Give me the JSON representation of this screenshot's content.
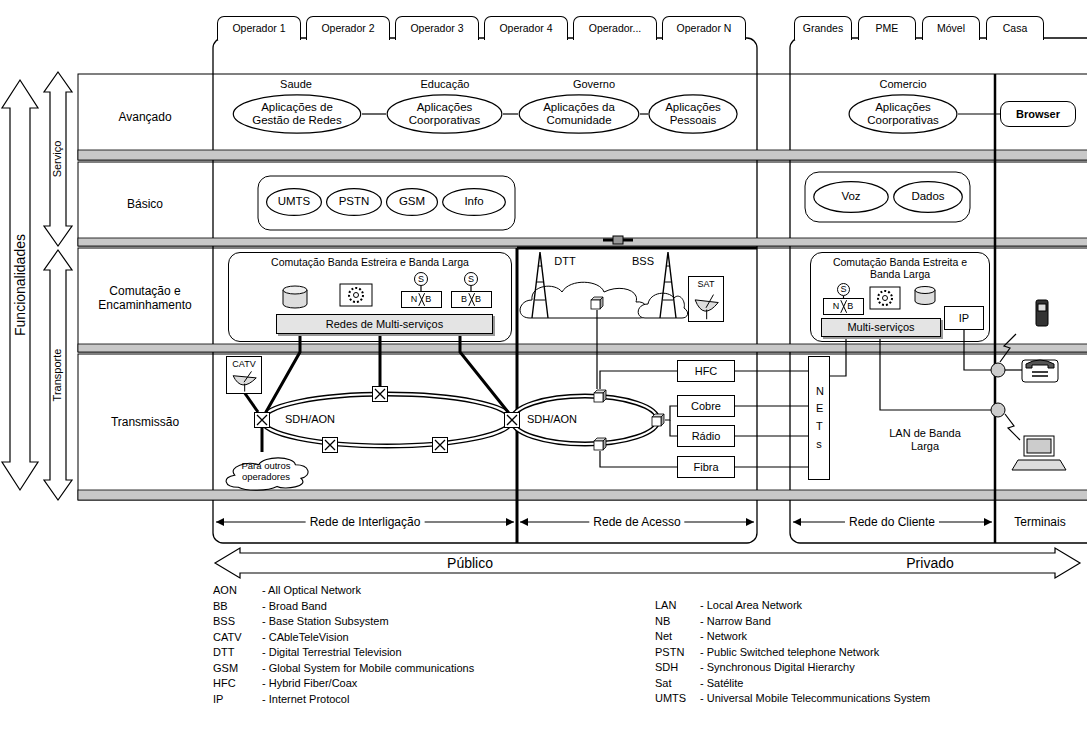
{
  "diagram": {
    "nodes": [
      {
        "text": [
          "Operador 1"
        ]
      },
      {
        "text": [
          "Operador 2"
        ]
      },
      {
        "text": [
          "Operador 3"
        ]
      },
      {
        "text": [
          "Operador 4"
        ]
      },
      {
        "text": [
          "Operador..."
        ]
      },
      {
        "text": [
          "Operador N"
        ]
      },
      {
        "text": [
          "Grandes"
        ]
      },
      {
        "text": [
          "PME"
        ]
      },
      {
        "text": [
          "Móvel"
        ]
      },
      {
        "text": [
          "Casa"
        ]
      },
      {
        "text": [
          "Aplicações de Gestão de Redes"
        ]
      },
      {
        "text": [
          "Aplicações Coorporativas"
        ]
      },
      {
        "text": [
          "Aplicações da Comunidade"
        ]
      },
      {
        "text": [
          "Aplicações Pessoais"
        ]
      },
      {
        "text": [
          "Aplicações Coorporativas"
        ]
      },
      {
        "text": [
          "Browser"
        ]
      },
      {
        "text": [
          "UMTS"
        ]
      },
      {
        "text": [
          "PSTN"
        ]
      },
      {
        "text": [
          "GSM"
        ]
      },
      {
        "text": [
          "Info"
        ]
      },
      {
        "text": [
          "Voz"
        ]
      },
      {
        "text": [
          "Dados"
        ]
      },
      {
        "text": [
          "Comutação Banda Estreira e Banda Larga"
        ]
      },
      {
        "text": [
          "S"
        ],
        "in": 22
      },
      {
        "text": [
          "NB"
        ],
        "in": 22
      },
      {
        "text": [
          "S"
        ],
        "in": 22
      },
      {
        "text": [
          "BB"
        ],
        "in": 22
      },
      {
        "text": [
          "Redes de Multi-serviços"
        ],
        "in": 22
      },
      {
        "text": [
          "SAT"
        ]
      },
      {
        "text": [
          "Comutação Banda Estreita e Banda Larga"
        ]
      },
      {
        "text": [
          "S"
        ],
        "in": 29
      },
      {
        "text": [
          "NB"
        ],
        "in": 29
      },
      {
        "text": [
          "Multi-serviços"
        ],
        "in": 29
      },
      {
        "text": [
          "IP"
        ]
      },
      {
        "text": [
          "CATV"
        ]
      },
      {
        "text": [
          "Para outros operadores"
        ]
      },
      {
        "text": [
          "HFC"
        ]
      },
      {
        "text": [
          "Cobre"
        ]
      },
      {
        "text": [
          "Rádio"
        ]
      },
      {
        "text": [
          "Fibra"
        ]
      },
      {
        "text": [
          "NETs"
        ]
      }
    ],
    "edges": [
      {
        "from": 10,
        "to": 11,
        "arrow": "none"
      },
      {
        "from": 11,
        "to": 12,
        "arrow": "none"
      },
      {
        "from": 12,
        "to": 13,
        "arrow": "none"
      },
      {
        "from": 14,
        "to": 15,
        "arrow": "none"
      },
      {
        "from": 23,
        "to": 24,
        "arrow": "none"
      },
      {
        "from": 25,
        "to": 26,
        "arrow": "none"
      },
      {
        "from": 30,
        "to": 31,
        "arrow": "none"
      },
      {
        "from": 36,
        "to": 40,
        "arrow": "none"
      },
      {
        "from": 37,
        "to": 40,
        "arrow": "none"
      },
      {
        "from": 38,
        "to": 40,
        "arrow": "none"
      },
      {
        "from": 39,
        "to": 40,
        "arrow": "none"
      },
      {
        "from": 40,
        "to": 32,
        "arrow": "none"
      }
    ],
    "labels": [
      "Funcionalidades",
      "Serviço",
      "Transporte",
      "Avançado",
      "Básico",
      "Comutação e Encaminhamento",
      "Transmissão",
      "Saude",
      "Educação",
      "Governo",
      "Comercio",
      "DTT",
      "BSS",
      "SDH/AON",
      "SDH/AON",
      "LAN de Banda Larga",
      "Rede de Interligação",
      "Rede de Acesso",
      "Rede do Cliente",
      "Terminais",
      "Público",
      "Privado",
      "AON",
      "- All Optical Network",
      "BB",
      "- Broad Band",
      "BSS",
      "- Base Station Subsystem",
      "CATV",
      "- CAbleTeleVision",
      "DTT",
      "- Digital Terrestrial Television",
      "GSM",
      "- Global System for Mobile communications",
      "HFC",
      "- Hybrid Fiber/Coax",
      "IP",
      "- Internet Protocol",
      "LAN",
      "- Local Area Network",
      "NB",
      "- Narrow Band",
      "Net",
      "- Network",
      "PSTN",
      "- Public Switched telephone Network",
      "SDH",
      "- Synchronous Digital Hierarchy",
      "Sat",
      "- Satélite",
      "UMTS",
      "- Universal Mobile Telecommunications System"
    ]
  }
}
